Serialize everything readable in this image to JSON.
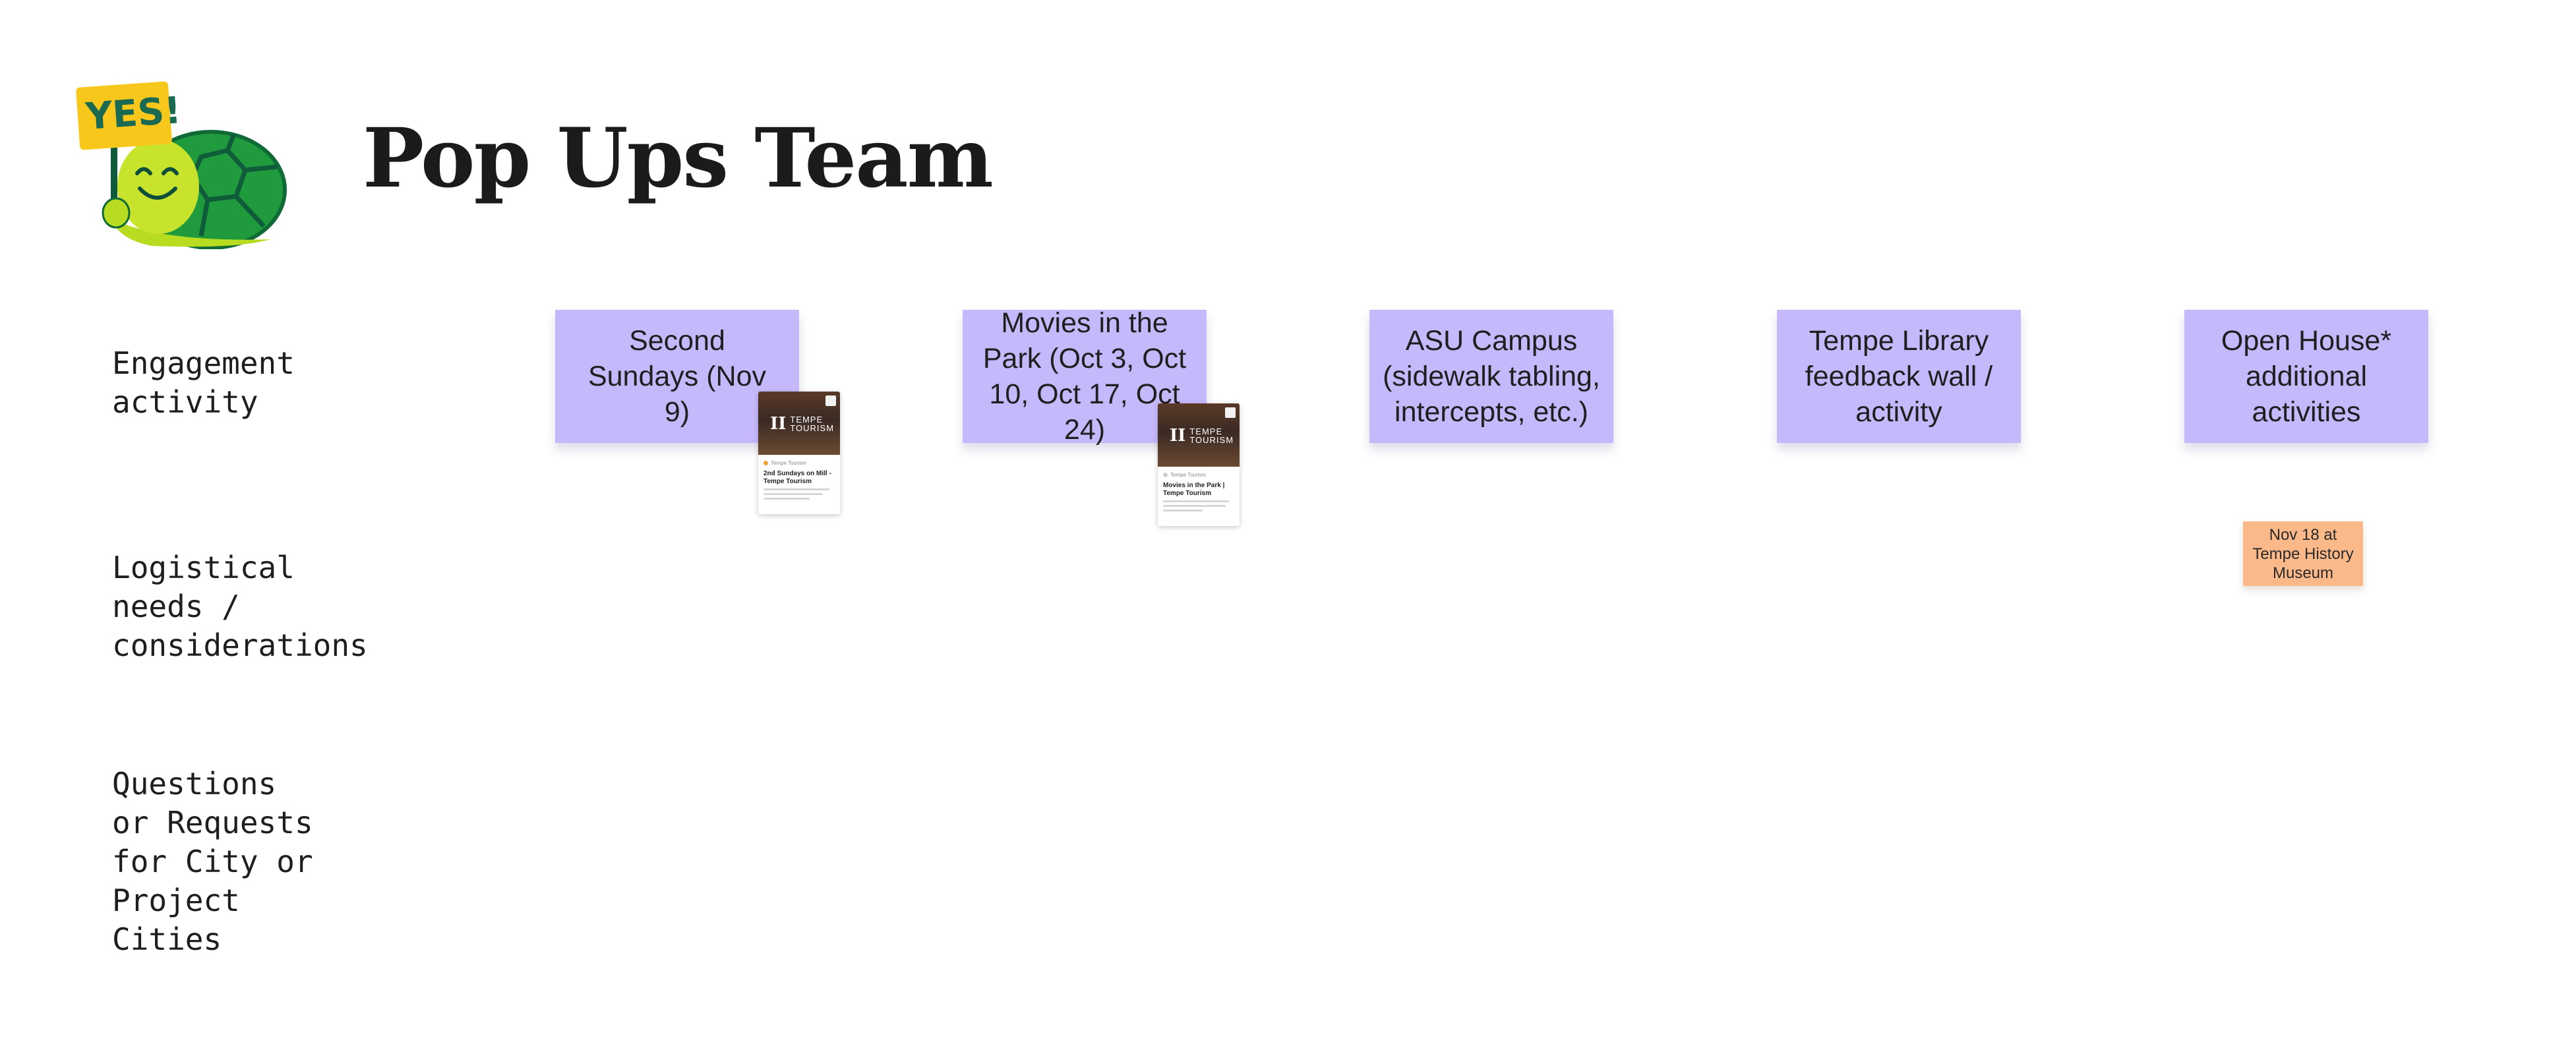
{
  "header": {
    "mascot_sign": "YES!",
    "title": "Pop Ups Team"
  },
  "row_labels": {
    "engagement": "Engagement\nactivity",
    "logistics": "Logistical\nneeds /\nconsiderations",
    "questions": "Questions\nor Requests\nfor City or\nProject\nCities"
  },
  "engagement_stickies": [
    {
      "text": "Second Sundays (Nov 9)"
    },
    {
      "text": "Movies in the Park (Oct 3, Oct 10, Oct 17, Oct 24)"
    },
    {
      "text": "ASU Campus (sidewalk tabling, intercepts, etc.)"
    },
    {
      "text": "Tempe Library feedback wall / activity"
    },
    {
      "text": "Open House* additional activities"
    }
  ],
  "logistics_stickies": [
    {
      "text": "Nov 18 at Tempe History Museum"
    }
  ],
  "link_cards": [
    {
      "logo_mark": "II",
      "logo_text": "TEMPE\nTOURISM",
      "source": "Tempe Tourism",
      "title": "2nd Sundays on Mill - Tempe Tourism"
    },
    {
      "logo_mark": "II",
      "logo_text": "TEMPE\nTOURISM",
      "source": "Tempe Tourism",
      "title": "Movies in the Park | Tempe Tourism"
    }
  ],
  "colors": {
    "sticky_purple": "#c5b9fb",
    "sticky_orange": "#fbb98a",
    "mascot_shell": "#1f9a3c",
    "mascot_body": "#c7e32b",
    "mascot_sign": "#f7c81b"
  }
}
